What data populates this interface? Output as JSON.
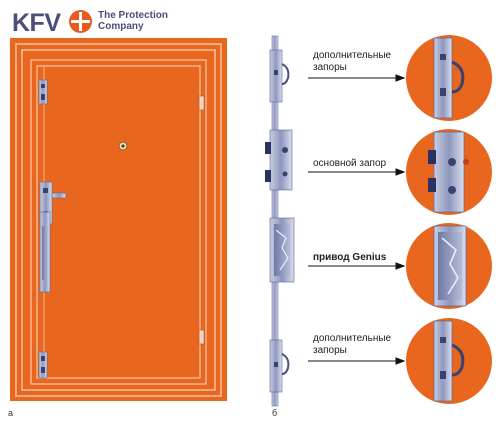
{
  "brand": {
    "logo_text": "KFV",
    "tagline_line1": "The Protection",
    "tagline_line2": "Company"
  },
  "figure_labels": {
    "left": "а",
    "right": "б"
  },
  "callouts": [
    {
      "line1": "дополнительные",
      "line2": "запоры"
    },
    {
      "line1": "основной запор",
      "line2": ""
    },
    {
      "line1": "привод Genius",
      "line2": ""
    },
    {
      "line1": "дополнительные",
      "line2": "запоры"
    }
  ],
  "colors": {
    "door": "#e8661e",
    "door_dark": "#c9541a",
    "brand_blue": "#4a4e78",
    "brand_orange": "#e85a1e",
    "metal": "#9aa3c4",
    "background": "#ffffff"
  }
}
